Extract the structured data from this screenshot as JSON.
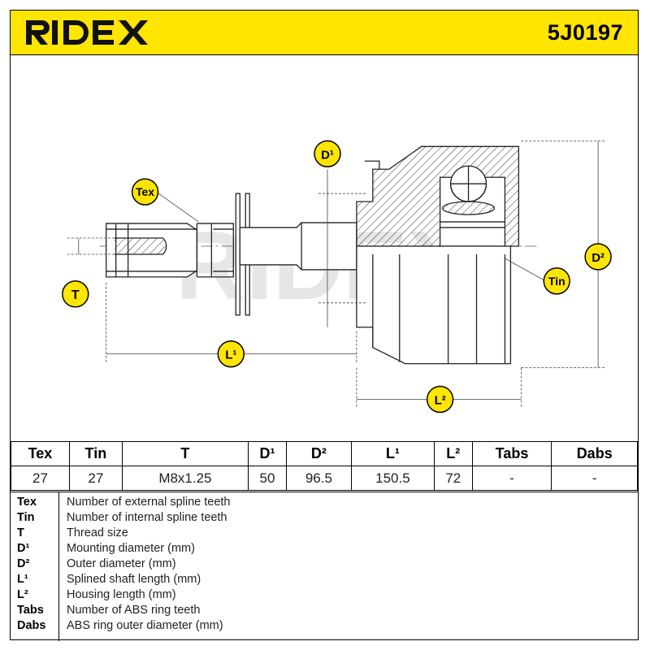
{
  "header": {
    "brand": "RIDEX",
    "part_number": "5J0197",
    "accent_color": "#ffe500"
  },
  "drawing": {
    "labels": {
      "tex": "Tex",
      "tin": "Tin",
      "t": "T",
      "d1": "D¹",
      "d2": "D²",
      "l1": "L¹",
      "l2": "L²"
    },
    "watermark": "RIDEX"
  },
  "specs": {
    "headers": [
      "Tex",
      "Tin",
      "T",
      "D¹",
      "D²",
      "L¹",
      "L²",
      "Tabs",
      "Dabs"
    ],
    "values": [
      "27",
      "27",
      "M8x1.25",
      "50",
      "96.5",
      "150.5",
      "72",
      "-",
      "-"
    ]
  },
  "legend": [
    {
      "abbr": "Tex",
      "desc": "Number of external spline teeth"
    },
    {
      "abbr": "Tin",
      "desc": "Number of internal spline teeth"
    },
    {
      "abbr": "T",
      "desc": "Thread size"
    },
    {
      "abbr": "D¹",
      "desc": "Mounting diameter (mm)"
    },
    {
      "abbr": "D²",
      "desc": "Outer diameter (mm)"
    },
    {
      "abbr": "L¹",
      "desc": "Splined shaft length (mm)"
    },
    {
      "abbr": "L²",
      "desc": "Housing length (mm)"
    },
    {
      "abbr": "Tabs",
      "desc": "Number of ABS ring teeth"
    },
    {
      "abbr": "Dabs",
      "desc": "ABS ring outer diameter (mm)"
    }
  ]
}
